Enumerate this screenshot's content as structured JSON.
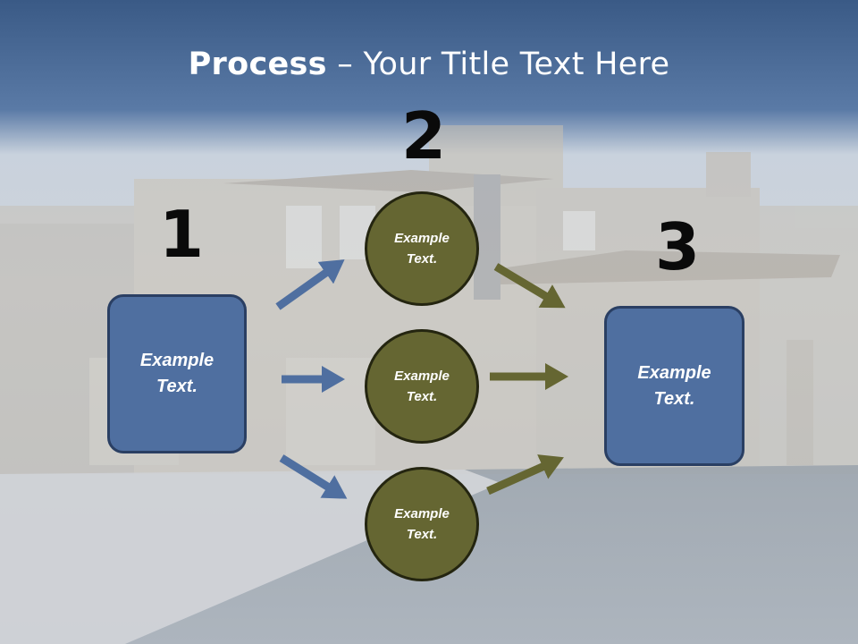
{
  "title": {
    "bold": "Process",
    "rest": " – Your Title Text Here"
  },
  "steps": {
    "one": "1",
    "two": "2",
    "three": "3"
  },
  "left_box": {
    "line1": "Example",
    "line2": "Text."
  },
  "right_box": {
    "line1": "Example",
    "line2": "Text."
  },
  "circles": [
    {
      "line1": "Example",
      "line2": "Text."
    },
    {
      "line1": "Example",
      "line2": "Text."
    },
    {
      "line1": "Example",
      "line2": "Text."
    }
  ],
  "colors": {
    "box_fill": "#4f6fa0",
    "circle_fill": "#656632",
    "blue_arrow": "#4f6fa0",
    "olive_arrow": "#656632",
    "header": "#3f6394"
  }
}
